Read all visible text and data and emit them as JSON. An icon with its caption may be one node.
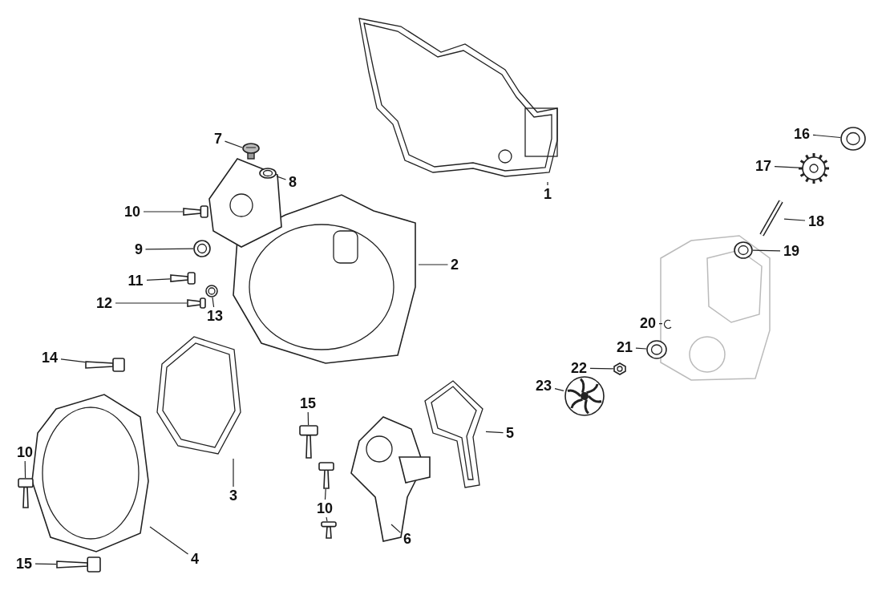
{
  "diagram": {
    "nodes": [
      {
        "text": [
          "1"
        ]
      },
      {
        "text": [],
        "shape": "picture"
      },
      {
        "text": [
          "2"
        ]
      },
      {
        "text": [],
        "shape": "picture"
      },
      {
        "text": [
          "3"
        ]
      },
      {
        "text": [],
        "shape": "picture"
      },
      {
        "text": [
          "4"
        ]
      },
      {
        "text": [],
        "shape": "picture"
      },
      {
        "text": [
          "5"
        ]
      },
      {
        "text": [],
        "shape": "picture"
      },
      {
        "text": [
          "6"
        ]
      },
      {
        "text": [],
        "shape": "picture"
      },
      {
        "text": [
          "7"
        ]
      },
      {
        "text": [],
        "shape": "picture"
      },
      {
        "text": [
          "8"
        ]
      },
      {
        "text": [],
        "shape": "picture"
      },
      {
        "text": [
          "9"
        ]
      },
      {
        "text": [],
        "shape": "picture"
      },
      {
        "text": [
          "10"
        ]
      },
      {
        "text": [],
        "shape": "picture"
      },
      {
        "text": [
          "11"
        ]
      },
      {
        "text": [],
        "shape": "picture"
      },
      {
        "text": [
          "12"
        ]
      },
      {
        "text": [],
        "shape": "picture"
      },
      {
        "text": [
          "13"
        ]
      },
      {
        "text": [],
        "shape": "picture"
      },
      {
        "text": [
          "14"
        ]
      },
      {
        "text": [],
        "shape": "picture"
      },
      {
        "text": [
          "10"
        ]
      },
      {
        "text": [],
        "shape": "picture"
      },
      {
        "text": [
          "15"
        ]
      },
      {
        "text": [],
        "shape": "picture"
      },
      {
        "text": [
          "15"
        ]
      },
      {
        "text": [],
        "shape": "picture"
      },
      {
        "text": [
          "10"
        ]
      },
      {
        "text": [],
        "shape": "picture"
      },
      {
        "text": [],
        "shape": "picture"
      },
      {
        "text": [
          "16"
        ]
      },
      {
        "text": [],
        "shape": "picture"
      },
      {
        "text": [
          "17"
        ]
      },
      {
        "text": [],
        "shape": "picture"
      },
      {
        "text": [
          "18"
        ]
      },
      {
        "text": [],
        "shape": "picture"
      },
      {
        "text": [
          "19"
        ]
      },
      {
        "text": [],
        "shape": "picture"
      },
      {
        "text": [
          "20"
        ]
      },
      {
        "text": [],
        "shape": "picture"
      },
      {
        "text": [
          "21"
        ]
      },
      {
        "text": [],
        "shape": "picture"
      },
      {
        "text": [
          "22"
        ]
      },
      {
        "text": [],
        "shape": "picture"
      },
      {
        "text": [
          "23"
        ]
      },
      {
        "text": [],
        "shape": "picture"
      }
    ],
    "edges": [
      {
        "from": 0,
        "to": 1,
        "arrow": "none"
      },
      {
        "from": 2,
        "to": 3,
        "arrow": "none"
      },
      {
        "from": 4,
        "to": 5,
        "arrow": "none"
      },
      {
        "from": 6,
        "to": 7,
        "arrow": "none"
      },
      {
        "from": 8,
        "to": 9,
        "arrow": "none"
      },
      {
        "from": 10,
        "to": 11,
        "arrow": "none"
      },
      {
        "from": 12,
        "to": 13,
        "arrow": "none"
      },
      {
        "from": 14,
        "to": 15,
        "arrow": "none"
      },
      {
        "from": 16,
        "to": 17,
        "arrow": "none"
      },
      {
        "from": 18,
        "to": 19,
        "arrow": "none"
      },
      {
        "from": 20,
        "to": 21,
        "arrow": "none"
      },
      {
        "from": 22,
        "to": 23,
        "arrow": "none"
      },
      {
        "from": 24,
        "to": 25,
        "arrow": "none"
      },
      {
        "from": 26,
        "to": 27,
        "arrow": "none"
      },
      {
        "from": 28,
        "to": 29,
        "arrow": "none"
      },
      {
        "from": 30,
        "to": 31,
        "arrow": "none"
      },
      {
        "from": 32,
        "to": 33,
        "arrow": "none"
      },
      {
        "from": 34,
        "to": 35,
        "arrow": "none"
      },
      {
        "from": 34,
        "to": 36,
        "arrow": "none"
      },
      {
        "from": 37,
        "to": 38,
        "arrow": "none"
      },
      {
        "from": 39,
        "to": 40,
        "arrow": "none"
      },
      {
        "from": 41,
        "to": 42,
        "arrow": "none"
      },
      {
        "from": 43,
        "to": 44,
        "arrow": "none"
      },
      {
        "from": 45,
        "to": 46,
        "arrow": "none"
      },
      {
        "from": 47,
        "to": 48,
        "arrow": "none"
      },
      {
        "from": 49,
        "to": 50,
        "arrow": "none"
      },
      {
        "from": 51,
        "to": 52,
        "arrow": "none"
      }
    ]
  }
}
